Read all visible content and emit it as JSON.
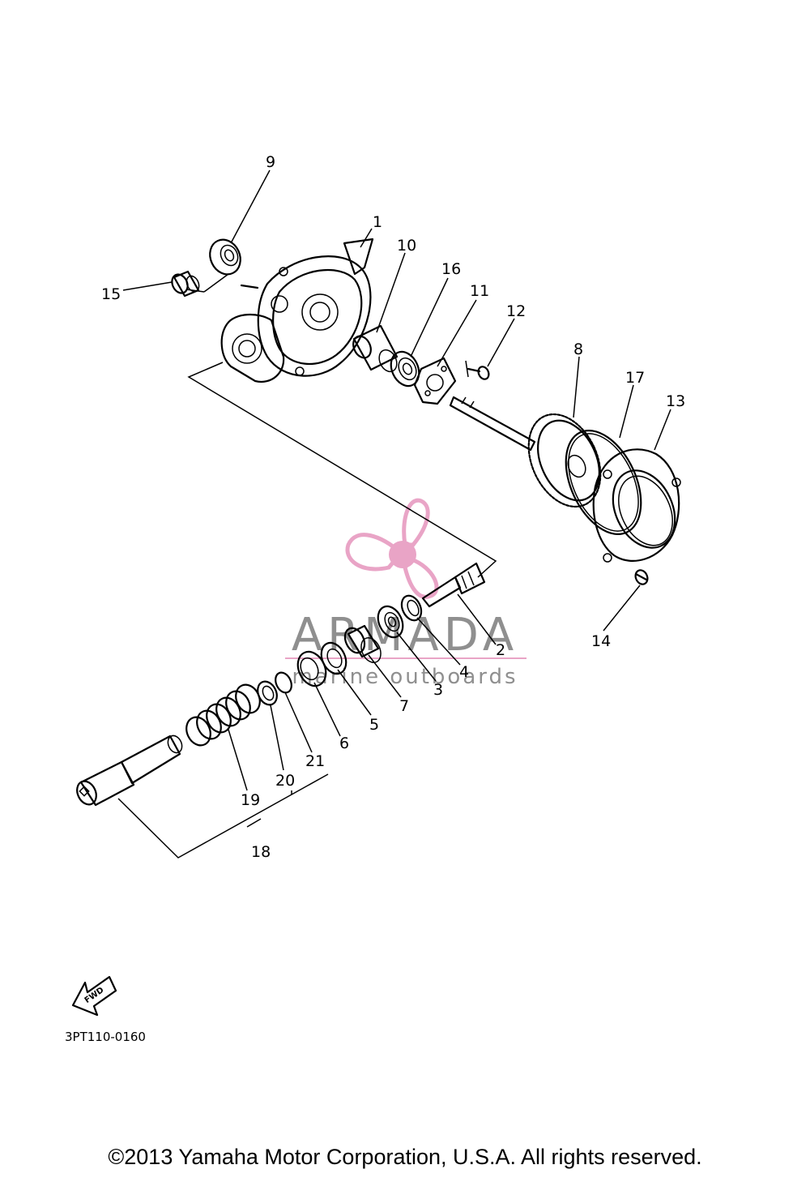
{
  "parts": [
    {
      "id": "1",
      "label": "1"
    },
    {
      "id": "2",
      "label": "2"
    },
    {
      "id": "3",
      "label": "3"
    },
    {
      "id": "4",
      "label": "4"
    },
    {
      "id": "5",
      "label": "5"
    },
    {
      "id": "6",
      "label": "6"
    },
    {
      "id": "7",
      "label": "7"
    },
    {
      "id": "8",
      "label": "8"
    },
    {
      "id": "9",
      "label": "9"
    },
    {
      "id": "10",
      "label": "10"
    },
    {
      "id": "11",
      "label": "11"
    },
    {
      "id": "12",
      "label": "12"
    },
    {
      "id": "13",
      "label": "13"
    },
    {
      "id": "14",
      "label": "14"
    },
    {
      "id": "15",
      "label": "15"
    },
    {
      "id": "16",
      "label": "16"
    },
    {
      "id": "17",
      "label": "17"
    },
    {
      "id": "18",
      "label": "18"
    },
    {
      "id": "19",
      "label": "19"
    },
    {
      "id": "20",
      "label": "20"
    },
    {
      "id": "21",
      "label": "21"
    }
  ],
  "watermark": {
    "brand": "ARMADA",
    "tagline": "marine outboards",
    "logo_icon": "propeller-logo-icon",
    "logo_color": "#e8a0c4",
    "text_color": "#8a8a8a"
  },
  "forward_arrow": {
    "label": "FWD",
    "icon": "fwd-arrow-icon"
  },
  "diagram_code": "3PT110-0160",
  "copyright": "©2013 Yamaha Motor Corporation, U.S.A. All rights reserved."
}
